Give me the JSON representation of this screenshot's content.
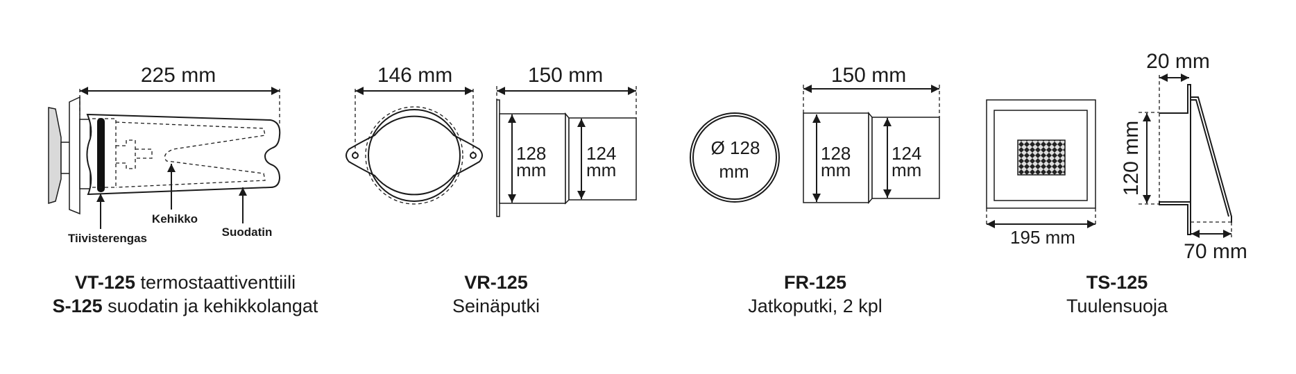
{
  "products": [
    {
      "code": "VT-125",
      "name": "termostaattiventtiili",
      "code2": "S-125",
      "name2": "suodatin ja kehikkolangat",
      "dims": {
        "length": "225 mm"
      },
      "labels": {
        "seal": "Tiivisterengas",
        "frame": "Kehikko",
        "filter": "Suodatin"
      }
    },
    {
      "code": "VR-125",
      "name": "Seinäputki",
      "dims": {
        "flange": "146 mm",
        "length": "150 mm",
        "d1": "128",
        "d2": "124",
        "unit": "mm"
      }
    },
    {
      "code": "FR-125",
      "name": "Jatkoputki, 2 kpl",
      "dims": {
        "diameter": "Ø 128",
        "length": "150 mm",
        "d1": "128",
        "d2": "124",
        "unit": "mm"
      }
    },
    {
      "code": "TS-125",
      "name": "Tuulensuoja",
      "dims": {
        "width": "195 mm",
        "depth_top": "20 mm",
        "height": "120 mm",
        "depth_bottom": "70 mm"
      }
    }
  ]
}
